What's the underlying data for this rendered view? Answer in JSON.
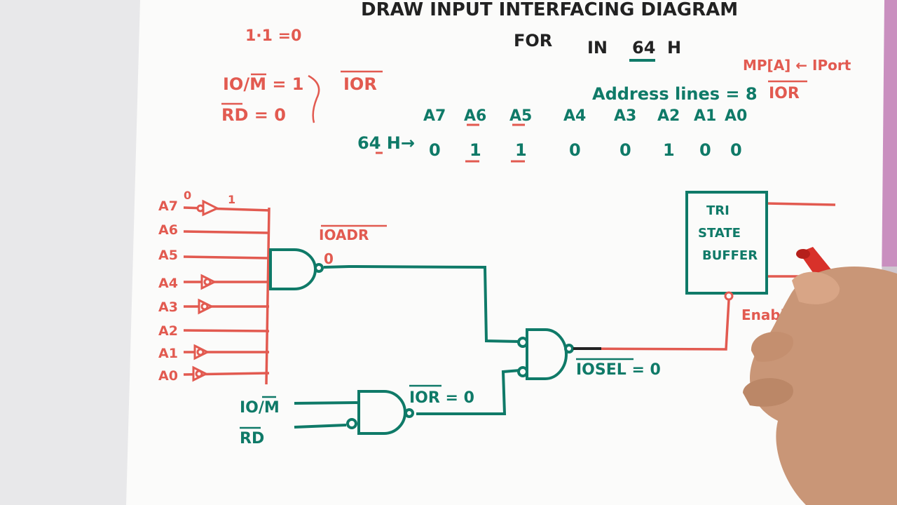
{
  "colors": {
    "paper": "#fbfbfa",
    "red_ink": "#e25a50",
    "green_ink": "#0f7a68",
    "dark_ink": "#222222"
  },
  "title": {
    "line1": "DRAW INPUT INTERFACING DIAGRAM",
    "line2_prefix": "FOR",
    "line2_instr": "IN",
    "line2_addr": "64",
    "line2_suffix": "H"
  },
  "notes": {
    "one_dot_one": "1·1 =0",
    "io_m": "IO/M = 1",
    "rd_zero": "RD = 0",
    "ior_result": "IOR",
    "mp_port": "MP[A] ← IPort",
    "ior_right": "IOR"
  },
  "address": {
    "label": "Address lines = 8",
    "row_label": "64 H→",
    "lines": [
      {
        "name": "A7",
        "bit": "0"
      },
      {
        "name": "A6",
        "bit": "1"
      },
      {
        "name": "A5",
        "bit": "1"
      },
      {
        "name": "A4",
        "bit": "0"
      },
      {
        "name": "A3",
        "bit": "0"
      },
      {
        "name": "A2",
        "bit": "1"
      },
      {
        "name": "A1",
        "bit": "0"
      },
      {
        "name": "A0",
        "bit": "0"
      }
    ]
  },
  "circuit": {
    "inputs": [
      "A7",
      "A6",
      "A5",
      "A4",
      "A3",
      "A2",
      "A1",
      "A0"
    ],
    "a7_in_val": "0",
    "a7_out_val": "1",
    "ioadr_label": "IOADR",
    "ioadr_val": "0",
    "io_m_input": "IO/M",
    "rd_input": "RD",
    "ior_label": "IOR = 0",
    "iosel_label": "IOSEL = 0",
    "buffer_line1": "TRI",
    "buffer_line2": "STATE",
    "buffer_line3": "BUFFER",
    "enable_label": "Enable"
  }
}
